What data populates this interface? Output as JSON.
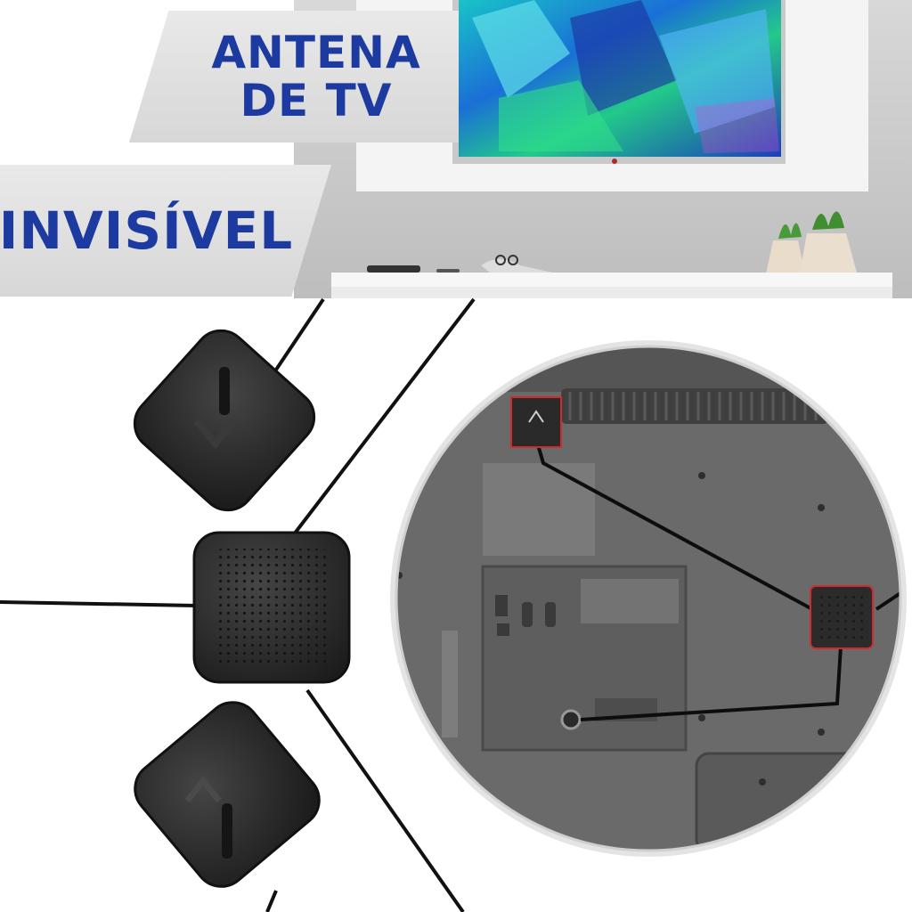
{
  "headline": {
    "line1": "ANTENA",
    "line2": "DE TV",
    "line3": "INVISÍVEL"
  },
  "colors": {
    "headline_text": "#1c3aa0",
    "banner_bg": "#e0e0e0",
    "device": "#2b2b2b",
    "highlight": "#d22a2a"
  },
  "icons": {
    "antenna_logo": "grupobox-chevron-logo"
  }
}
